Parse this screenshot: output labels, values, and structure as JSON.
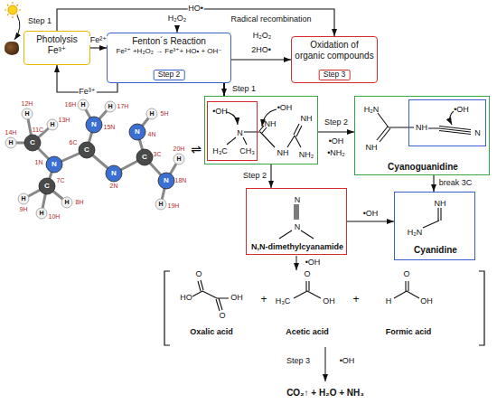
{
  "diagram": {
    "nodes": [
      {
        "text": [
          "Photolysis",
          "Fe³⁺"
        ]
      },
      {
        "text": [
          "Fenton´s Reaction",
          "Fe²⁺ +H₂O₂ → Fe³⁺+ HO• + OH⁻"
        ]
      },
      {
        "text": [
          "Step 2"
        ],
        "in": 1
      },
      {
        "text": [
          "Oxidation of organic compounds"
        ]
      },
      {
        "text": [
          "Step 3"
        ],
        "in": 3
      },
      {
        "text": [
          "•OH",
          "NH",
          "NH",
          "NH",
          "NH₂"
        ]
      },
      {
        "text": [
          "•OH",
          "H₃C",
          "N",
          "CH₃"
        ],
        "in": 5
      },
      {
        "text": [
          "H₂N",
          "NH",
          "Cyanoguanidine"
        ]
      },
      {
        "text": [
          "•OH",
          "NH",
          "N"
        ],
        "in": 7
      },
      {
        "text": [
          "N",
          "N",
          "N,N-dimethylcyanamide"
        ]
      },
      {
        "text": [
          "NH",
          "H₂N",
          "Cyanidine"
        ]
      }
    ],
    "edges": [
      {
        "from": 0,
        "to": 1,
        "arrow": "to",
        "label": "Fe²⁺"
      },
      {
        "from": 1,
        "to": 0,
        "arrow": "to",
        "label": "Fe³⁺"
      },
      {
        "from": 1,
        "to": 3,
        "arrow": "to"
      },
      {
        "from": 0,
        "to": 3,
        "arrow": "to",
        "label": "HO•"
      },
      {
        "from": 1,
        "to": 5,
        "arrow": "to",
        "label": "Step 1"
      },
      {
        "from": 5,
        "to": 7,
        "arrow": "to",
        "label": "Step 2"
      },
      {
        "from": 5,
        "to": 9,
        "arrow": "to",
        "label": "Step 2"
      },
      {
        "from": 7,
        "to": 10,
        "arrow": "to",
        "label": "break 3C"
      },
      {
        "from": 9,
        "to": 10,
        "arrow": "to",
        "label": "•OH"
      }
    ],
    "labels": [
      "Radical recombination",
      "H₂O₂",
      "2HO•",
      "H₂O₂",
      "Step 1",
      "•OH",
      "•NH₂",
      "•OH",
      "HO",
      "O",
      "O",
      "OH",
      "+",
      "O",
      "H₃C",
      "OH",
      "+",
      "O",
      "H",
      "OH",
      "Oxalic acid",
      "Acetic acid",
      "Formic acid",
      "Step 3",
      "•OH",
      "CO₂↑ + H₂O + NH₃",
      "⇌",
      "12H",
      "13H",
      "14H",
      "11C",
      "10H",
      "15N",
      "16H",
      "17H",
      "6C",
      "5H",
      "4N",
      "3C",
      "20H",
      "9H",
      "7C",
      "1N",
      "8H",
      "2N",
      "18N",
      "19H",
      "H",
      "H",
      "H",
      "C",
      "H",
      "N",
      "H",
      "H",
      "C",
      "H",
      "N",
      "C",
      "H",
      "H",
      "C",
      "N",
      "H",
      "N",
      "N",
      "H"
    ]
  }
}
